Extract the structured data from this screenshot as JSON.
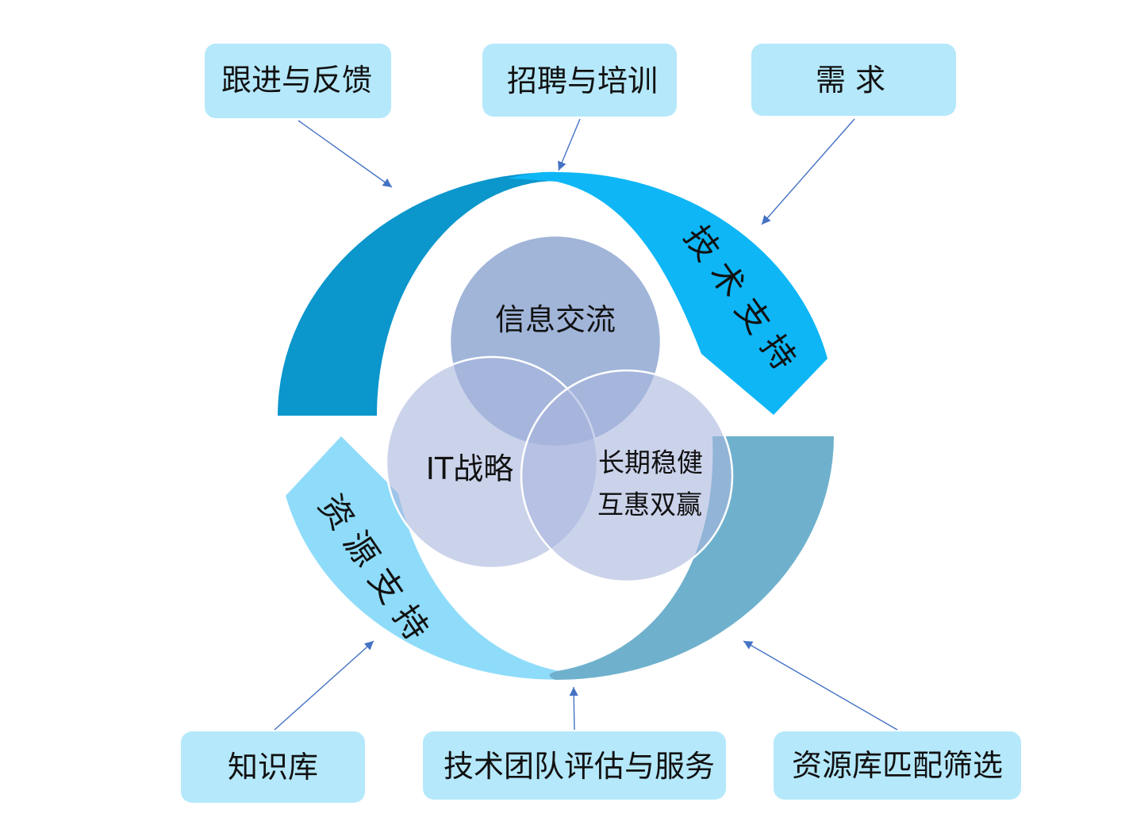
{
  "diagram": {
    "top_boxes": [
      {
        "label": "跟进与反馈"
      },
      {
        "label": "招聘与培训"
      },
      {
        "label": "需 求"
      }
    ],
    "bottom_boxes": [
      {
        "label": "知识库"
      },
      {
        "label": "技术团队评估与服务"
      },
      {
        "label": "资源库匹配筛选"
      }
    ],
    "bands": {
      "top_right": "技术支持",
      "bottom_left": "资源支持"
    },
    "circles": {
      "top": "信息交流",
      "left": "IT战略",
      "right": [
        "长期稳健",
        "互惠双赢"
      ]
    }
  },
  "colors": {
    "box_fill": "#b5e8fb",
    "band_dark": "#0b96cc",
    "band_cyan": "#0eb6f6",
    "band_light": "#8fdcfa",
    "band_muted": "#6fb1cd",
    "circle_top": "#8aa2d0",
    "circle_side": "#a9b5de",
    "arrow": "#4472c4"
  }
}
